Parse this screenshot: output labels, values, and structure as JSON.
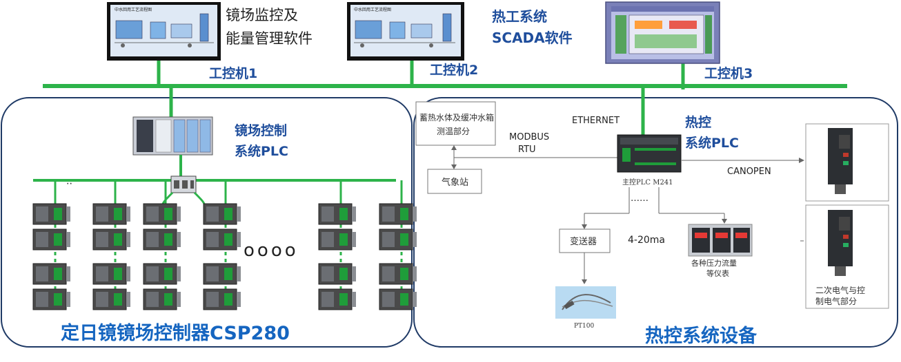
{
  "colors": {
    "network": "#2db34a",
    "label_blue": "#1f4e9c",
    "title_blue": "#1565c0",
    "panel_border": "#1f3a66",
    "screen_bg": "#dfe9f5",
    "controller_dark": "#4a4a4a",
    "board_green": "#1f9d3a"
  },
  "workstations": [
    {
      "label": "工控机1",
      "software_lines": [
        "镜场监控及",
        "能量管理软件"
      ],
      "screen_title": "中水回用工艺流程图"
    },
    {
      "label": "工控机2",
      "software_lines": [
        "热工系统",
        "SCADA软件"
      ],
      "screen_title": "中水回用工艺流程图"
    },
    {
      "label": "工控机3"
    }
  ],
  "left_panel": {
    "plc_lines": [
      "镜场控制",
      "系统PLC"
    ],
    "ellipsis": "oooo",
    "title": "定日镜镜场控制器CSP280"
  },
  "right_panel": {
    "ethernet": "ETHERNET",
    "plc_lines": [
      "热控",
      "系统PLC"
    ],
    "plc_caption": "主控PLC  M241",
    "box_tank_lines": [
      "蓄热水体及缓冲水箱",
      "测温部分"
    ],
    "modbus_lines": [
      "MODBUS",
      "RTU"
    ],
    "weather_station": "气象站",
    "canopen": "CANOPEN",
    "dots": "……",
    "transmitter": "变送器",
    "signal": "4-20ma",
    "meters_lines": [
      "各种压力流量",
      "等仪表"
    ],
    "sensor": "PT100",
    "drive_caption_lines": [
      "二次电气与控",
      "制电气部分"
    ],
    "title": "热控系统设备"
  }
}
